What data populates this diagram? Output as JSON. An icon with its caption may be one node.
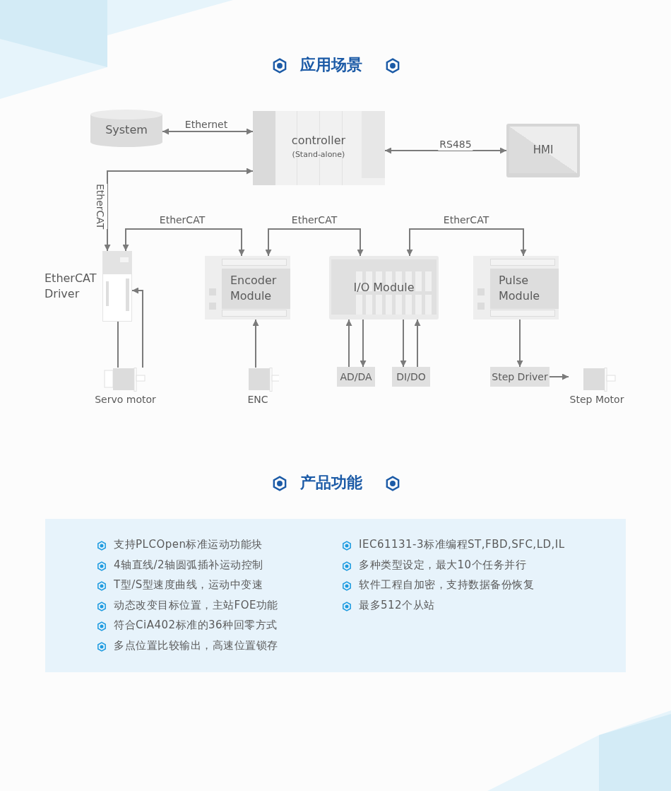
{
  "diagram": {
    "title": "应用场景",
    "nodes": [
      {
        "text": [
          "System"
        ]
      },
      {
        "text": [
          "controller",
          "(Stand-alone)"
        ]
      },
      {
        "text": [
          "HMI"
        ]
      },
      {
        "text": [
          "EtherCAT Driver"
        ]
      },
      {
        "text": [
          "Encoder Module"
        ]
      },
      {
        "text": [
          "I/O Module"
        ]
      },
      {
        "text": [
          "Pulse Module"
        ]
      },
      {
        "text": [
          "Servo motor"
        ]
      },
      {
        "text": [
          "ENC"
        ]
      },
      {
        "text": [
          "AD/DA"
        ]
      },
      {
        "text": [
          "DI/DO"
        ]
      },
      {
        "text": [
          "Step Driver"
        ]
      },
      {
        "text": [
          "Step Motor"
        ]
      },
      {
        "text": [
          "支持PLCOpen标准运动功能块",
          "4轴直线/2轴圆弧插补运动控制",
          "T型/S型速度曲线，运动中变速",
          "动态改变目标位置，主站FOE功能",
          "符合CiA402标准的36种回零方式",
          "多点位置比较输出，高速位置锁存",
          "IEC61131-3标准编程ST,FBD,SFC,LD,IL",
          "多种类型设定，最大10个任务并行",
          "软件工程自加密，支持数据备份恢复",
          "最多512个从站"
        ]
      }
    ],
    "edges": [
      {
        "from": 0,
        "to": 1,
        "arrow": "both",
        "label": "Ethernet"
      },
      {
        "from": 1,
        "to": 2,
        "arrow": "both",
        "label": "RS485"
      },
      {
        "from": 3,
        "to": 1,
        "arrow": "both",
        "label": "EtherCAT"
      },
      {
        "from": 3,
        "to": 4,
        "arrow": "both",
        "label": "EtherCAT"
      },
      {
        "from": 4,
        "to": 5,
        "arrow": "both",
        "label": "EtherCAT"
      },
      {
        "from": 5,
        "to": 6,
        "arrow": "both",
        "label": "EtherCAT"
      },
      {
        "from": 3,
        "to": 7,
        "arrow": "none"
      },
      {
        "from": 7,
        "to": 3,
        "arrow": "to"
      },
      {
        "from": 8,
        "to": 4,
        "arrow": "to"
      },
      {
        "from": 9,
        "to": 5,
        "arrow": "to"
      },
      {
        "from": 5,
        "to": 9,
        "arrow": "to"
      },
      {
        "from": 5,
        "to": 10,
        "arrow": "to"
      },
      {
        "from": 10,
        "to": 5,
        "arrow": "to"
      },
      {
        "from": 6,
        "to": 11,
        "arrow": "to"
      },
      {
        "from": 11,
        "to": 12,
        "arrow": "to"
      }
    ],
    "labels": [
      "产品功能"
    ]
  }
}
